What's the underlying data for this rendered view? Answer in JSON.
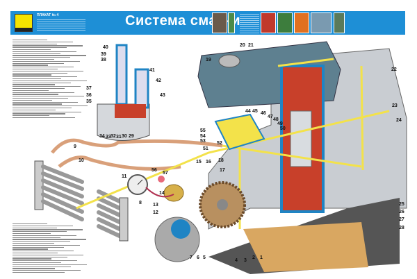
{
  "header": {
    "poster_number": "ПЛАКАТ № 4",
    "title": "Система смазки",
    "colors": {
      "banner": "#1e8fd6",
      "logo": "#f5e400"
    }
  },
  "callouts": [
    "1",
    "2",
    "3",
    "4",
    "5",
    "6",
    "7",
    "8",
    "9",
    "10",
    "11",
    "12",
    "13",
    "14",
    "15",
    "16",
    "17",
    "18",
    "19",
    "20",
    "21",
    "22",
    "23",
    "24",
    "25",
    "26",
    "27",
    "28",
    "29",
    "30",
    "31",
    "32",
    "33",
    "34",
    "35",
    "36",
    "37",
    "38",
    "39",
    "40",
    "41",
    "42",
    "43",
    "44",
    "45",
    "46",
    "47",
    "48",
    "49",
    "50",
    "51",
    "52",
    "53",
    "54",
    "55",
    "56",
    "57"
  ],
  "colors": {
    "oil": "#f3e24a",
    "pipe": "#d9a07a",
    "block": "#c9cdd2",
    "cover": "#5e8090",
    "section": "#c8402a",
    "channel": "#1f84c4",
    "sump": "#d9a761"
  }
}
